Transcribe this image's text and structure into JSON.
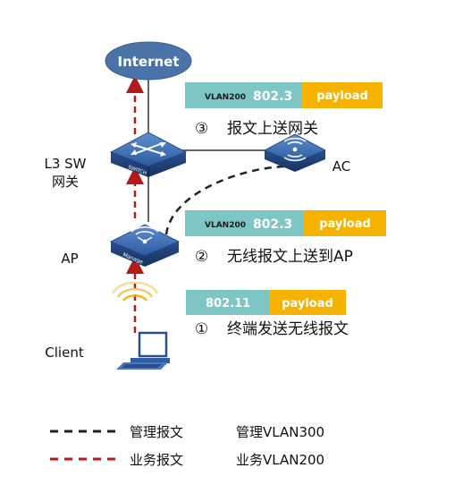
{
  "internet": {
    "label": "Internet"
  },
  "devices": {
    "switch": {
      "label_line1": "L3 SW",
      "label_line2": "网关",
      "icon_text": "SWITCH"
    },
    "ac": {
      "label": "AC"
    },
    "ap": {
      "label": "AP",
      "icon_text": "Manage"
    },
    "client": {
      "label": "Client"
    }
  },
  "frames": {
    "top": {
      "tag": "VLAN200",
      "proto": "802.3",
      "payload": "payload"
    },
    "middle": {
      "tag": "VLAN200",
      "proto": "802.3",
      "payload": "payload"
    },
    "bottom": {
      "proto": "802.11",
      "payload": "payload"
    }
  },
  "steps": [
    {
      "num": "③",
      "text": "报文上送网关"
    },
    {
      "num": "②",
      "text": "无线报文上送到AP"
    },
    {
      "num": "①",
      "text": "终端发送无线报文"
    }
  ],
  "legend": [
    {
      "label": "管理报文",
      "desc": "管理VLAN300"
    },
    {
      "label": "业务报文",
      "desc": "业务VLAN200"
    }
  ],
  "colors": {
    "teal": "#7dc6c5",
    "orange": "#f5b300",
    "internet": "#4a74a8",
    "device_blue": "#2f5ea8",
    "business_red": "#b51a1a",
    "manage_black": "#222222"
  }
}
